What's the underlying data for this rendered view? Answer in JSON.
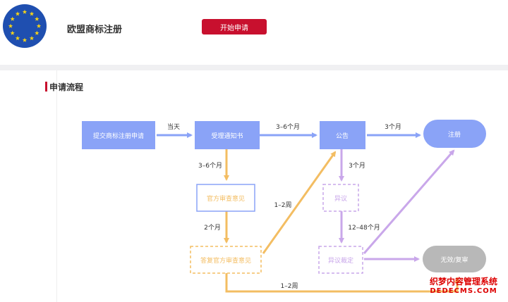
{
  "header": {
    "title": "欧盟商标注册",
    "apply_button": "开始申请",
    "logo": "eu-flag-icon"
  },
  "section": {
    "title": "申请流程",
    "accent": "#c8102e"
  },
  "colors": {
    "blue_node": "#8aa3f7",
    "orange": "#f3bd62",
    "purple": "#c9a7ea",
    "gray_node": "#b8b8b8"
  },
  "flow": {
    "nodes": {
      "submit": "提交商标注册申请",
      "receipt": "受理通知书",
      "publish": "公告",
      "register": "注册",
      "office_opinion": "官方审查意见",
      "reply_opinion": "答复官方审查意见",
      "opposition": "异议",
      "opposition_ruling": "异议裁定",
      "invalid_review": "无效/复审"
    },
    "edges": {
      "submit_receipt": "当天",
      "receipt_publish": "3–6个月",
      "publish_register": "3个月",
      "receipt_office": "3–6个月",
      "office_reply": "2个月",
      "reply_publish": "1–2周",
      "publish_opposition": "3个月",
      "opposition_ruling": "12–48个月",
      "reply_bottom": "1–2周"
    }
  },
  "watermark": {
    "line1": "织梦内容管理系统",
    "line2": "DEDECMS.COM"
  }
}
